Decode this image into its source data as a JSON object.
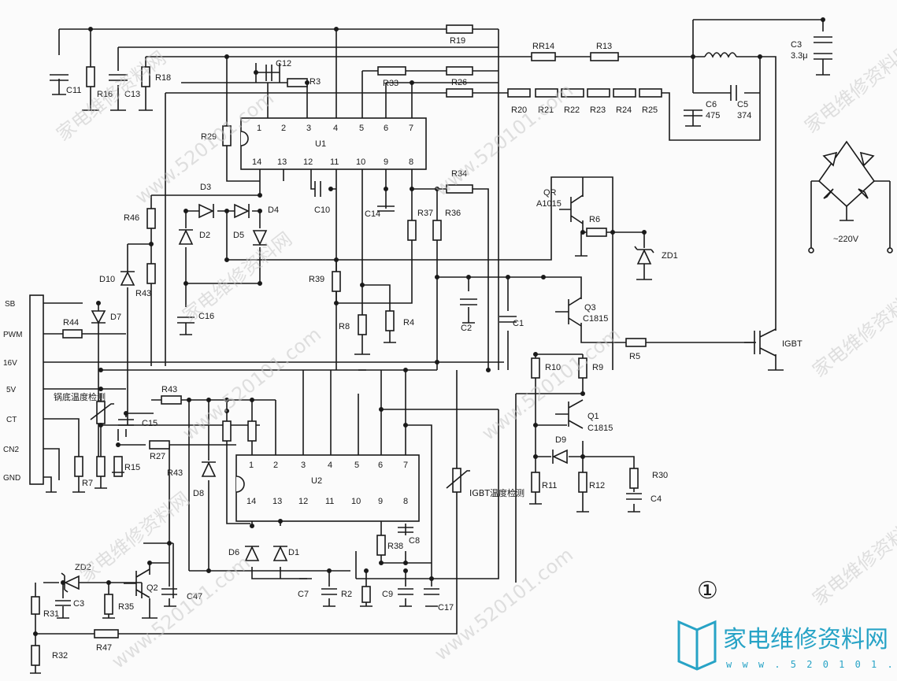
{
  "diagram": {
    "fig_number": "①",
    "watermark": "www.520101.com",
    "watermark_cn": "家电维修资料网",
    "logo": {
      "text": "家电维修资料网",
      "url": "w w w . 5 2 0 1 0 1 . c o m",
      "color": "#27a3c6"
    },
    "connector_pins": [
      "SB",
      "PWM",
      "16V",
      "5V",
      "CT",
      "CN2",
      "GND"
    ],
    "ics": [
      {
        "name": "U1",
        "pins_top": [
          "1",
          "2",
          "3",
          "4",
          "5",
          "6",
          "7"
        ],
        "pins_bottom": [
          "14",
          "13",
          "12",
          "11",
          "10",
          "9",
          "8"
        ]
      },
      {
        "name": "U2",
        "pins_top": [
          "1",
          "2",
          "3",
          "4",
          "5",
          "6",
          "7"
        ],
        "pins_bottom": [
          "14",
          "13",
          "12",
          "11",
          "10",
          "9",
          "8"
        ]
      }
    ],
    "resistors": [
      "R19",
      "RR14",
      "R13",
      "R16",
      "R18",
      "R3",
      "R33",
      "R26",
      "R20",
      "R21",
      "R22",
      "R23",
      "R24",
      "R25",
      "R29",
      "R34",
      "R37",
      "R36",
      "R46",
      "R43",
      "R39",
      "R8",
      "R4",
      "R6",
      "R10",
      "R9",
      "R5",
      "R44",
      "R43",
      "R27",
      "R15",
      "R7",
      "R11",
      "R12",
      "R30",
      "R38",
      "R2",
      "R31",
      "R35",
      "R32",
      "R47"
    ],
    "capacitors": [
      "C11",
      "C13",
      "C12",
      "C3",
      "C6",
      "C5",
      "C10",
      "C14",
      "C16",
      "C2",
      "C1",
      "C15",
      "C4",
      "C8",
      "C47",
      "C7",
      "C9",
      "C17",
      "C3"
    ],
    "cap_values": {
      "C3": "3.3μ",
      "C6": "475",
      "C5": "374"
    },
    "diodes": [
      "D3",
      "D4",
      "D2",
      "D5",
      "D10",
      "D7",
      "D8",
      "D6",
      "D1",
      "D9",
      "ZD1",
      "ZD2"
    ],
    "transistors": [
      {
        "ref": "QR",
        "part": "A1015"
      },
      {
        "ref": "Q3",
        "part": "C1815"
      },
      {
        "ref": "Q1",
        "part": "C1815"
      },
      {
        "ref": "Q2",
        "part": ""
      },
      {
        "ref": "IGBT",
        "part": ""
      }
    ],
    "thermistor_labels": {
      "pot": "锅底温度检测",
      "igbt": "IGBT温度检测"
    },
    "mains": "~220V"
  }
}
